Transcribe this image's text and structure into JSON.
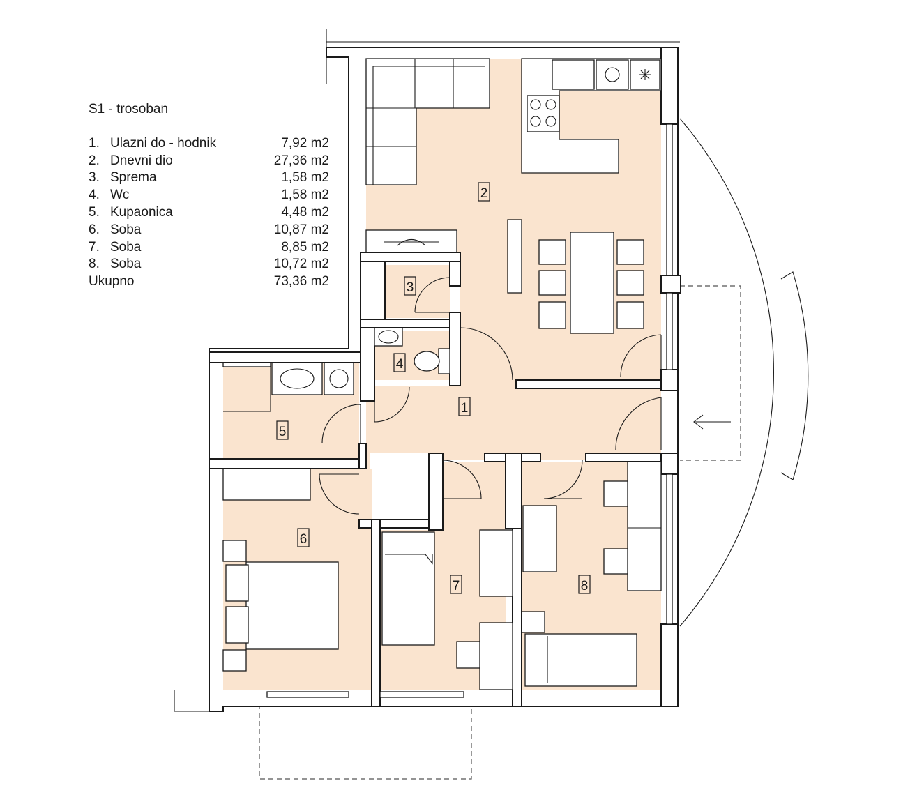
{
  "legend": {
    "title": "S1 - trosoban",
    "rooms": [
      {
        "num": "1.",
        "name": "Ulazni do - hodnik",
        "area": "7,92 m2"
      },
      {
        "num": "2.",
        "name": "Dnevni dio",
        "area": "27,36 m2"
      },
      {
        "num": "3.",
        "name": "Sprema",
        "area": "1,58 m2"
      },
      {
        "num": "4.",
        "name": "Wc",
        "area": "1,58 m2"
      },
      {
        "num": "5.",
        "name": "Kupaonica",
        "area": "4,48 m2"
      },
      {
        "num": "6.",
        "name": "Soba",
        "area": "10,87 m2"
      },
      {
        "num": "7.",
        "name": "Soba",
        "area": "8,85 m2"
      },
      {
        "num": "8.",
        "name": "Soba",
        "area": "10,72 m2"
      }
    ],
    "total_label": "Ukupno",
    "total_area": "73,36 m2"
  },
  "room_labels": [
    "1",
    "2",
    "3",
    "4",
    "5",
    "6",
    "7",
    "8"
  ],
  "colors": {
    "floor": "#fae4cf",
    "wall": "#ffffff",
    "line": "#1a1a1a"
  }
}
